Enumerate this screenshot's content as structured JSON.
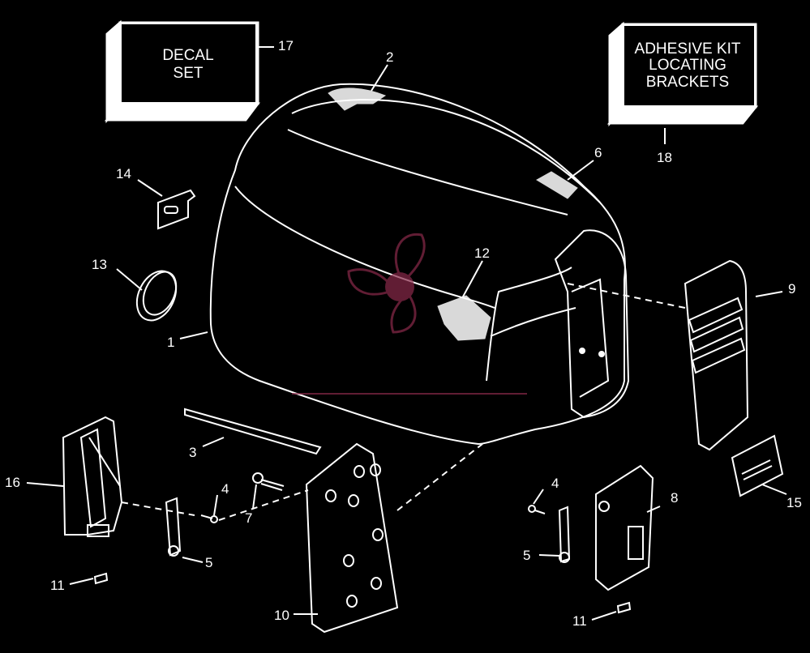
{
  "diagram": {
    "boxes": {
      "decal_set": [
        "DECAL",
        "SET"
      ],
      "adhesive_kit": [
        "ADHESIVE KIT",
        "LOCATING",
        "BRACKETS"
      ]
    },
    "callouts": {
      "n1": "1",
      "n2": "2",
      "n3": "3",
      "n4a": "4",
      "n4b": "4",
      "n5a": "5",
      "n5b": "5",
      "n6": "6",
      "n7": "7",
      "n8": "8",
      "n9": "9",
      "n10": "10",
      "n11a": "11",
      "n11b": "11",
      "n12": "12",
      "n13": "13",
      "n14": "14",
      "n15": "15",
      "n16": "16",
      "n17": "17",
      "n18": "18"
    },
    "colors": {
      "background": "#000000",
      "line": "#ffffff",
      "watermark": "#8a2a4a"
    }
  }
}
